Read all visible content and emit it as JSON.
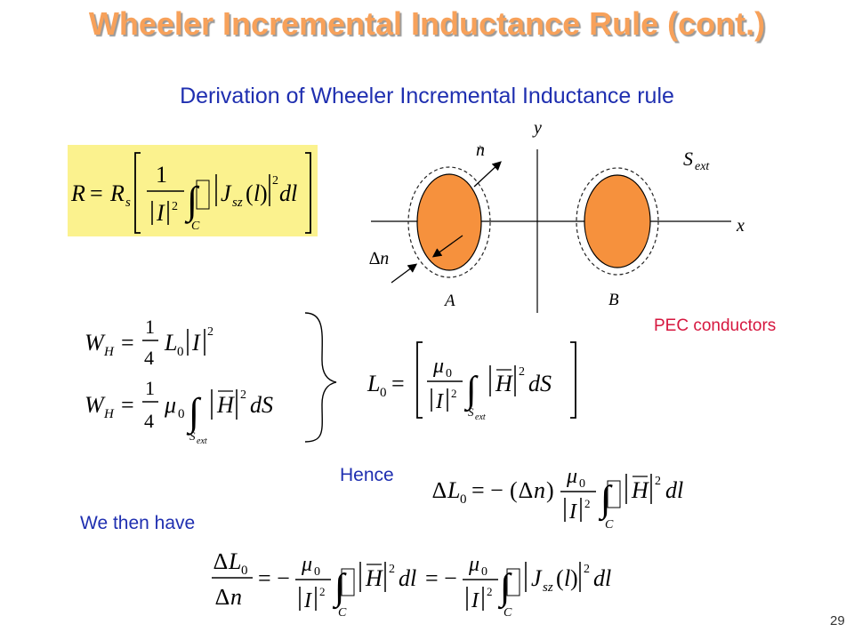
{
  "slide": {
    "title": "Wheeler Incremental Inductance Rule (cont.)",
    "subtitle": "Derivation of Wheeler Incremental Inductance rule",
    "hence_label": "Hence",
    "then_label": "We then have",
    "pec_label": "PEC conductors",
    "page_number": "29"
  },
  "diagram": {
    "y_label": "y",
    "x_label": "x",
    "n_label": "n",
    "n_hat": "^",
    "S_label": "S",
    "S_sub": "ext",
    "delta_n_label": "∆n",
    "A_label": "A",
    "B_label": "B"
  },
  "colors": {
    "title": "#f7a15a",
    "text_blue": "#1f2fb0",
    "pec_red": "#d6173f",
    "conductor_fill": "#f6913d",
    "formula_box": "#fbf28e"
  }
}
